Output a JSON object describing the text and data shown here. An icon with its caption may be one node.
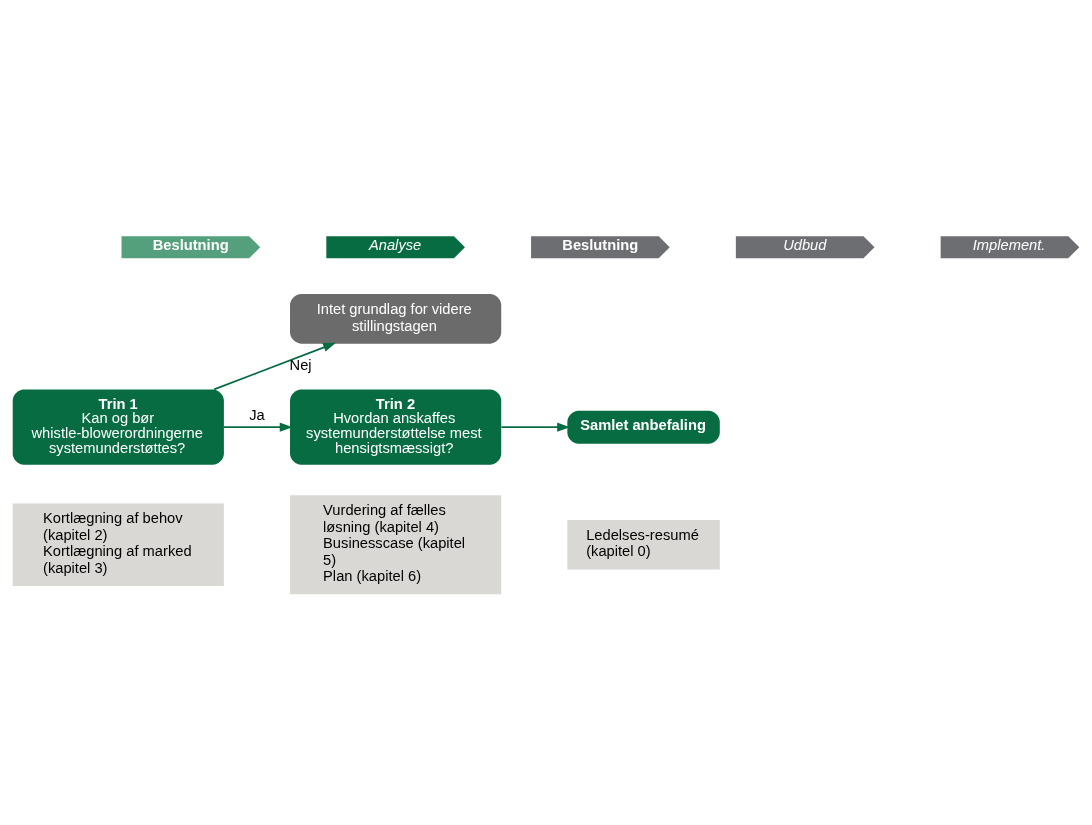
{
  "diagram": {
    "nodes": [
      {
        "text": [
          "Beslutning"
        ]
      },
      {
        "text": [
          "Analyse"
        ]
      },
      {
        "text": [
          "Beslutning"
        ]
      },
      {
        "text": [
          "Udbud"
        ]
      },
      {
        "text": [
          "Implement."
        ]
      },
      {
        "text": [
          "Intet grundlag for videre stillingstagen"
        ]
      },
      {
        "text": [
          "Trin 1",
          "Kan og bør whistle-blowerordningerne systemunderstøttes?"
        ]
      },
      {
        "text": [
          "Kortlægning af behov (kapitel 2)",
          "Kortlægning af marked (kapitel 3)"
        ]
      },
      {
        "text": [
          "Trin 2",
          "Hvordan anskaffes systemunderstøttelse mest hensigtsmæssigt?"
        ]
      },
      {
        "text": [
          "Vurdering af fælles løsning (kapitel 4)",
          "Businesscase (kapitel 5)",
          "Plan (kapitel 6)"
        ]
      },
      {
        "text": [
          "Samlet anbefaling"
        ]
      },
      {
        "text": [
          "Ledelses-resumé (kapitel 0)"
        ]
      }
    ],
    "edges": [
      {
        "from": 6,
        "to": 5,
        "label": "Nej",
        "arrow": "to"
      },
      {
        "from": 6,
        "to": 8,
        "label": "Ja",
        "arrow": "to"
      },
      {
        "from": 8,
        "to": 10,
        "arrow": "to"
      }
    ]
  }
}
